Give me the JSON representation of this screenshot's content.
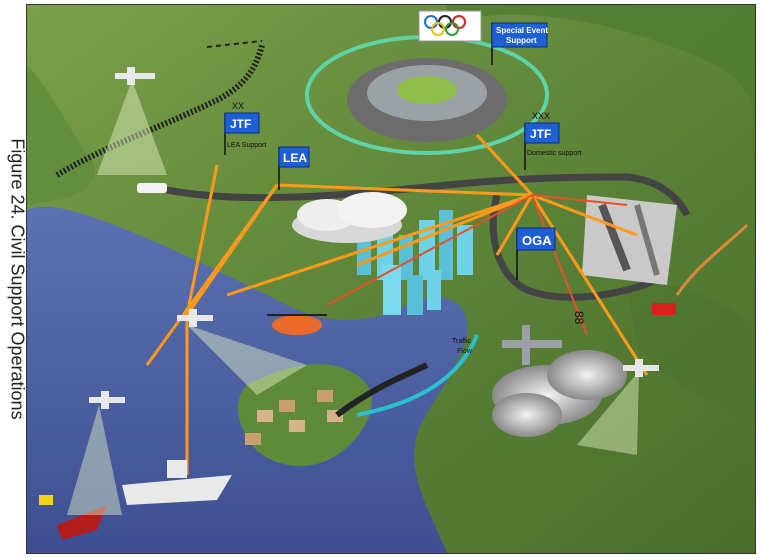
{
  "figure": {
    "caption": "Figure 24. Civil Support Operations"
  },
  "labels": {
    "jtf_lea": {
      "echelon": "XX",
      "flag": "JTF",
      "caption": "LEA Support"
    },
    "lea": {
      "flag": "LEA"
    },
    "jtf_domestic": {
      "echelon": "XXX",
      "flag": "JTF",
      "caption": "Domestic support"
    },
    "special_event": {
      "line1": "Special Event",
      "line2": "Support"
    },
    "oga": {
      "flag": "OGA"
    },
    "traffic": {
      "line1": "Traffic",
      "line2": "Flow"
    },
    "unit_symbol": "88"
  },
  "colors": {
    "water": "#4a5fa3",
    "land": "#5e8a3a",
    "flag_blue": "#1f5fd6",
    "lightning": "#ff9a1a",
    "road": "#444444"
  }
}
